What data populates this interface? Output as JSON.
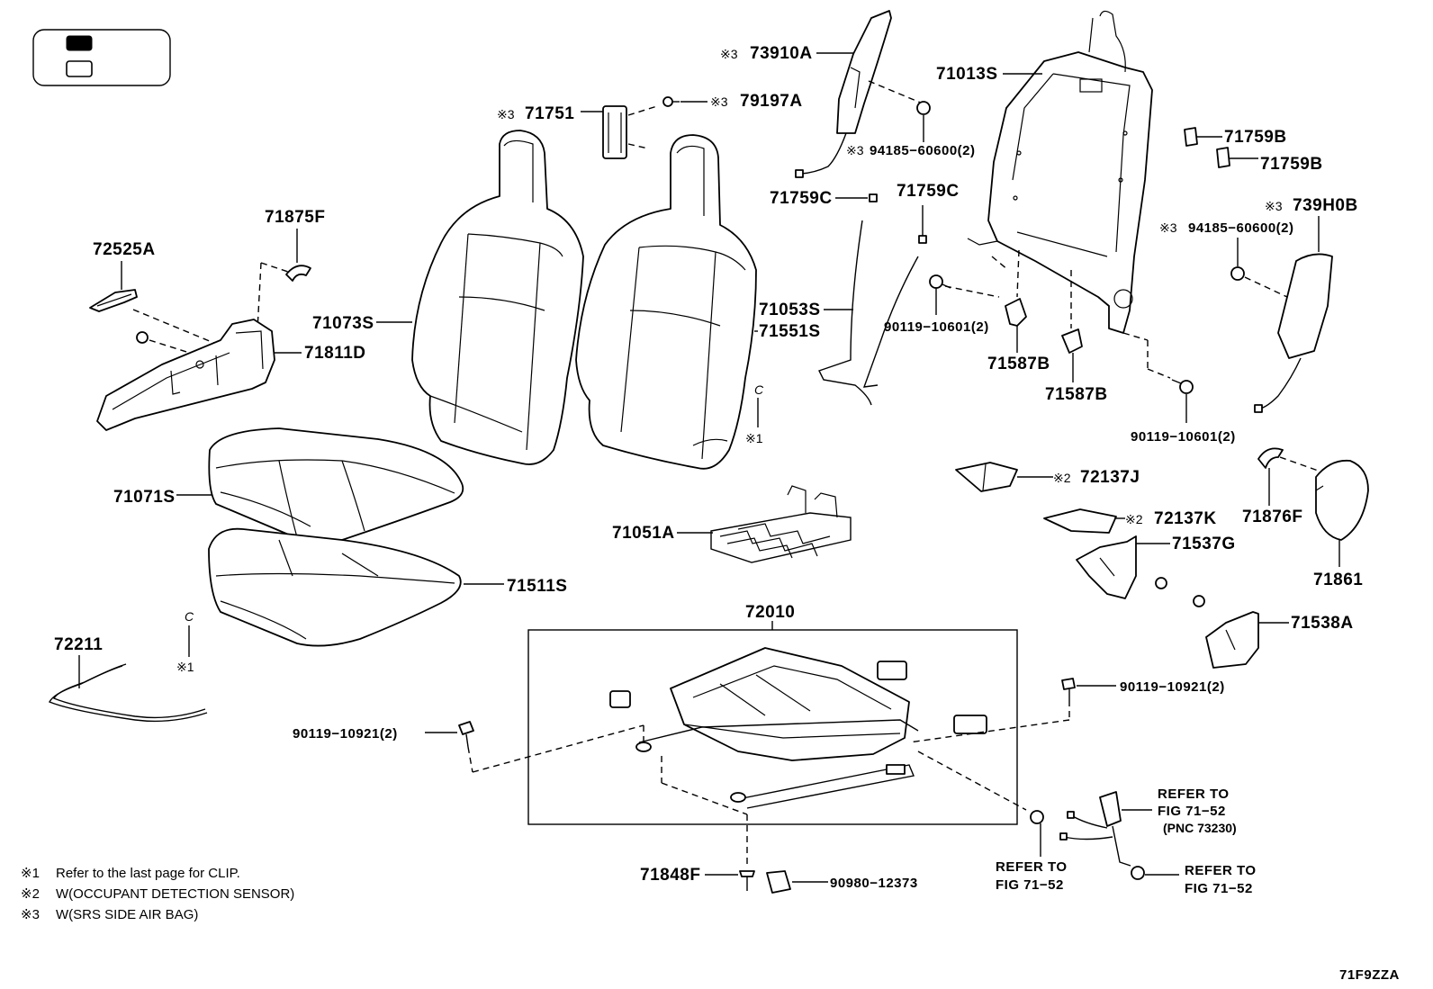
{
  "legend_box": {
    "shaded_swatch": "filled",
    "empty_swatch": "empty"
  },
  "parts": {
    "p72525A": "72525A",
    "p71875F": "71875F",
    "p71811D": "71811D",
    "p71073S": "71073S",
    "p71071S": "71071S",
    "p71511S": "71511S",
    "p72211": "72211",
    "p90119_10921_left": "90119−10921(2)",
    "p71751": "71751",
    "p79197A": "79197A",
    "p73910A": "73910A",
    "p94185_60600_top": "94185−60600(2)",
    "p71759C_left": "71759C",
    "p71759C_right": "71759C",
    "p71053S": "71053S",
    "p71551S": "71551S",
    "p90119_10601_left": "90119−10601(2)",
    "p71013S": "71013S",
    "p71587B_left": "71587B",
    "p71587B_right": "71587B",
    "p71759B_top": "71759B",
    "p71759B_bottom": "71759B",
    "p739H0B": "739H0B",
    "p94185_60600_right": "94185−60600(2)",
    "p90119_10601_right": "90119−10601(2)",
    "p72137J": "72137J",
    "p72137K": "72137K",
    "p71537G": "71537G",
    "p71876F": "71876F",
    "p71861": "71861",
    "p71538A": "71538A",
    "p71051A": "71051A",
    "p72010": "72010",
    "p90119_10921_right": "90119−10921(2)",
    "p71848F": "71848F",
    "p90980_12373": "90980−12373"
  },
  "marks": {
    "m1": "※1",
    "m2": "※2",
    "m3": "※3",
    "clip": "C"
  },
  "refs": {
    "refer_to": "REFER TO",
    "fig_71_52": "FIG 71−52",
    "pnc_73230": "(PNC 73230)"
  },
  "notes": [
    {
      "mark": "※1",
      "text": "Refer to the last page for CLIP."
    },
    {
      "mark": "※2",
      "text": "W(OCCUPANT DETECTION SENSOR)"
    },
    {
      "mark": "※3",
      "text": "W(SRS SIDE AIR BAG)"
    }
  ],
  "figure_code": "71F9ZZA"
}
